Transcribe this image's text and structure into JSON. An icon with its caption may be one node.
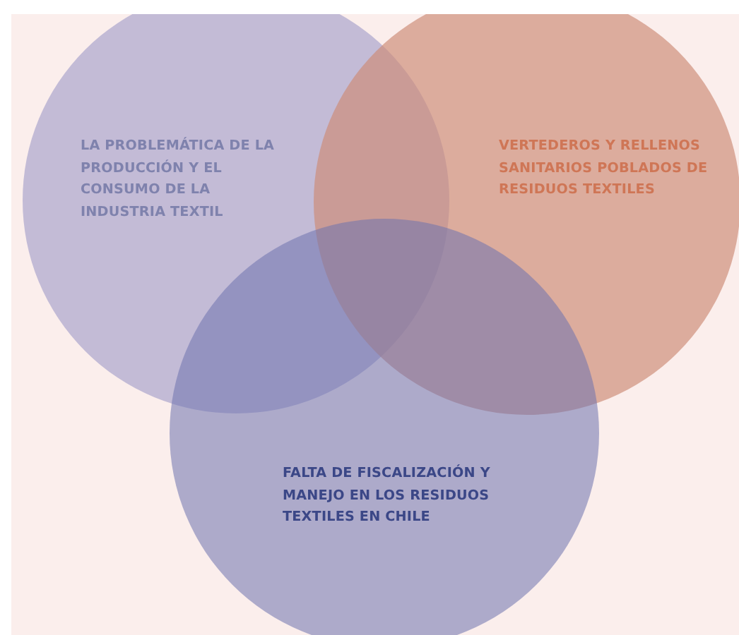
{
  "diagram": {
    "nodes": [
      {
        "text": [
          "LA PROBLEMÁTICA DE LA PRODUCCIÓN Y EL CONSUMO DE LA INDUSTRIA TEXTIL"
        ]
      },
      {
        "text": [
          "VERTEDEROS Y RELLENOS SANITARIOS POBLADOS DE RESIDUOS TEXTILES"
        ]
      },
      {
        "text": [
          "FALTA DE FISCALIZACIÓN Y MANEJO EN LOS RESIDUOS TEXTILES EN CHILE"
        ]
      }
    ]
  }
}
